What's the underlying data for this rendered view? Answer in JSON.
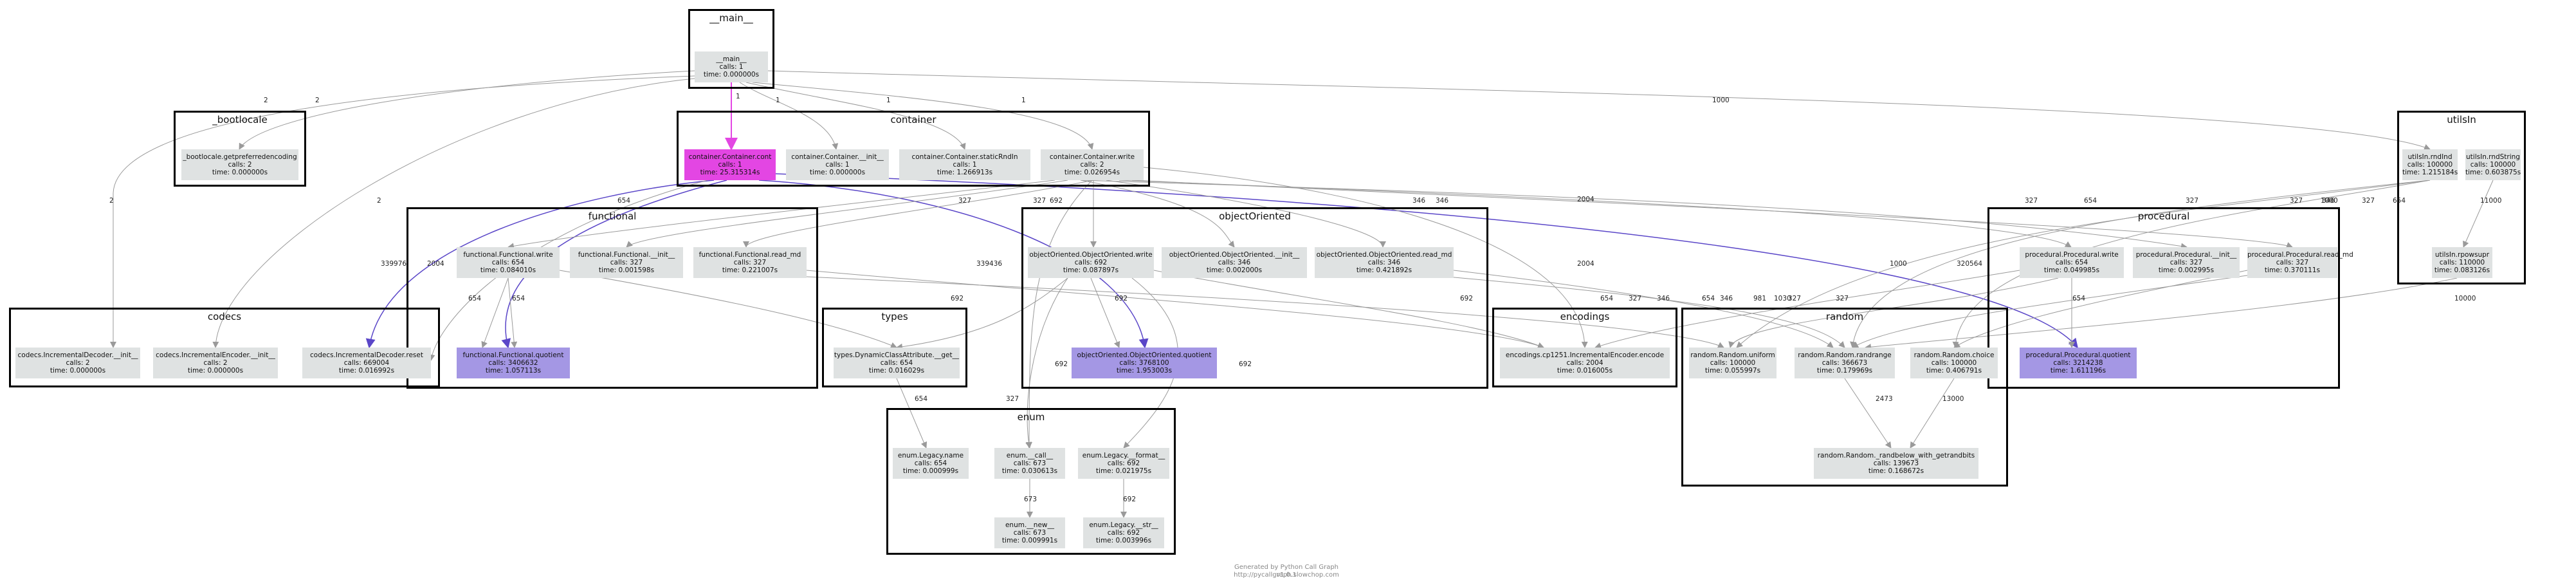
{
  "clusters": {
    "main": "__main__",
    "bootlocale": "_bootlocale",
    "container": "container",
    "utilsln": "utilsIn",
    "functional": "functional",
    "objectoriented": "objectOriented",
    "procedural": "procedural",
    "codecs": "codecs",
    "types": "types",
    "encodings": "encodings",
    "random": "random",
    "enum": "enum"
  },
  "nodes": {
    "main": {
      "name": "__main__",
      "calls": "calls: 1",
      "time": "time: 0.000000s"
    },
    "bootlocale": {
      "name": "_bootlocale.getpreferredencoding",
      "calls": "calls: 2",
      "time": "time: 0.000000s"
    },
    "container_cont": {
      "name": "container.Container.cont",
      "calls": "calls: 1",
      "time": "time: 25.315314s"
    },
    "container_init": {
      "name": "container.Container.__init__",
      "calls": "calls: 1",
      "time": "time: 0.000000s"
    },
    "container_static": {
      "name": "container.Container.staticRndIn",
      "calls": "calls: 1",
      "time": "time: 1.266913s"
    },
    "container_write": {
      "name": "container.Container.write",
      "calls": "calls: 2",
      "time": "time: 0.026954s"
    },
    "utils_rnd": {
      "name": "utilsIn.rndInd",
      "calls": "calls: 100000",
      "time": "time: 1.215184s"
    },
    "utils_rndstring": {
      "name": "utilsIn.rndString",
      "calls": "calls: 100000",
      "time": "time: 0.603875s"
    },
    "utils_rpow": {
      "name": "utilsIn.rpowsupr",
      "calls": "calls: 110000",
      "time": "time: 0.083126s"
    },
    "func_write": {
      "name": "functional.Functional.write",
      "calls": "calls: 654",
      "time": "time: 0.084010s"
    },
    "func_init": {
      "name": "functional.Functional.__init__",
      "calls": "calls: 327",
      "time": "time: 0.001598s"
    },
    "func_read": {
      "name": "functional.Functional.read_md",
      "calls": "calls: 327",
      "time": "time: 0.221007s"
    },
    "func_quot": {
      "name": "functional.Functional.quotient",
      "calls": "calls: 3406632",
      "time": "time: 1.057113s"
    },
    "oo_write": {
      "name": "objectOriented.ObjectOriented.write",
      "calls": "calls: 692",
      "time": "time: 0.087897s"
    },
    "oo_init": {
      "name": "objectOriented.ObjectOriented.__init__",
      "calls": "calls: 346",
      "time": "time: 0.002000s"
    },
    "oo_read": {
      "name": "objectOriented.ObjectOriented.read_md",
      "calls": "calls: 346",
      "time": "time: 0.421892s"
    },
    "oo_quot": {
      "name": "objectOriented.ObjectOriented.quotient",
      "calls": "calls: 3768100",
      "time": "time: 1.953003s"
    },
    "proc_write": {
      "name": "procedural.Procedural.write",
      "calls": "calls: 654",
      "time": "time: 0.049985s"
    },
    "proc_init": {
      "name": "procedural.Procedural.__init__",
      "calls": "calls: 327",
      "time": "time: 0.002995s"
    },
    "proc_read": {
      "name": "procedural.Procedural.read_md",
      "calls": "calls: 327",
      "time": "time: 0.370111s"
    },
    "proc_quot": {
      "name": "procedural.Procedural.quotient",
      "calls": "calls: 3214238",
      "time": "time: 1.611196s"
    },
    "codecs_dec_init": {
      "name": "codecs.IncrementalDecoder.__init__",
      "calls": "calls: 2",
      "time": "time: 0.000000s"
    },
    "codecs_enc_init": {
      "name": "codecs.IncrementalEncoder.__init__",
      "calls": "calls: 2",
      "time": "time: 0.000000s"
    },
    "codecs_reset": {
      "name": "codecs.IncrementalDecoder.reset",
      "calls": "calls: 669004",
      "time": "time: 0.016992s"
    },
    "types_get": {
      "name": "types.DynamicClassAttribute.__get__",
      "calls": "calls: 654",
      "time": "time: 0.016029s"
    },
    "enc_encode": {
      "name": "encodings.cp1251.IncrementalEncoder.encode",
      "calls": "calls: 2004",
      "time": "time: 0.016005s"
    },
    "rand_uniform": {
      "name": "random.Random.uniform",
      "calls": "calls: 100000",
      "time": "time: 0.055997s"
    },
    "rand_randrange": {
      "name": "random.Random.randrange",
      "calls": "calls: 366673",
      "time": "time: 0.179969s"
    },
    "rand_choice": {
      "name": "random.Random.choice",
      "calls": "calls: 100000",
      "time": "time: 0.406791s"
    },
    "rand_below": {
      "name": "random.Random._randbelow_with_getrandbits",
      "calls": "calls: 139673",
      "time": "time: 0.168672s"
    },
    "enum_name": {
      "name": "enum.Legacy.name",
      "calls": "calls: 654",
      "time": "time: 0.000999s"
    },
    "enum_call": {
      "name": "enum.__call__",
      "calls": "calls: 673",
      "time": "time: 0.030613s"
    },
    "enum_format": {
      "name": "enum.Legacy.__format__",
      "calls": "calls: 692",
      "time": "time: 0.021975s"
    },
    "enum_new": {
      "name": "enum.__new__",
      "calls": "calls: 673",
      "time": "time: 0.009991s"
    },
    "enum_str": {
      "name": "enum.Legacy.__str__",
      "calls": "calls: 692",
      "time": "time: 0.003996s"
    }
  },
  "edge_labels": [
    "1",
    "1",
    "2",
    "1",
    "1",
    "2",
    "2",
    "1000",
    "2",
    "654",
    "654",
    "654",
    "327",
    "327",
    "692",
    "346",
    "346",
    "654",
    "327",
    "327",
    "327",
    "346",
    "654",
    "327",
    "654",
    "692",
    "692",
    "692",
    "327",
    "346",
    "654",
    "654",
    "327",
    "346",
    "1030",
    "327",
    "1000",
    "320564",
    "339976",
    "339436",
    "2004",
    "2004",
    "692",
    "1000",
    "11000",
    "10000",
    "13000",
    "2473",
    "654",
    "673",
    "692",
    "692",
    "981",
    "327",
    "2004"
  ],
  "footer": {
    "line1": "Generated by Python Call Graph v1.0.1",
    "line2": "http://pycallgraph.slowchop.com"
  }
}
